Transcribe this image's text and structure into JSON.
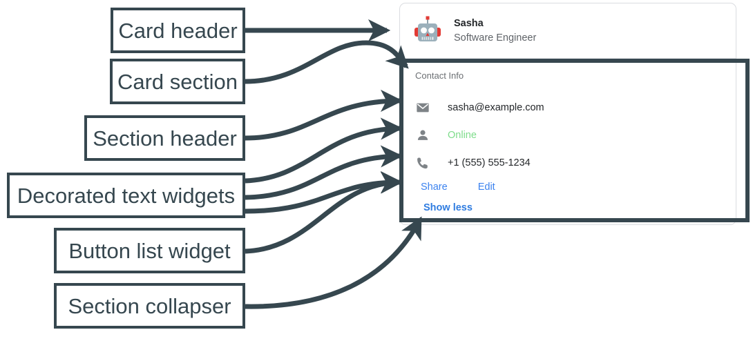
{
  "annotations": {
    "labels": [
      {
        "id": "card-header",
        "text": "Card header"
      },
      {
        "id": "card-section",
        "text": "Card section"
      },
      {
        "id": "section-header",
        "text": "Section header"
      },
      {
        "id": "decorated-text",
        "text": "Decorated text widgets"
      },
      {
        "id": "button-list",
        "text": "Button list widget"
      },
      {
        "id": "section-collapser",
        "text": "Section collapser"
      }
    ],
    "stroke_color": "#36474f"
  },
  "card": {
    "header": {
      "avatar_icon": "robot-avatar-icon",
      "title": "Sasha",
      "subtitle": "Software Engineer"
    },
    "section": {
      "header": "Contact Info",
      "rows": [
        {
          "icon": "email-icon",
          "text": "sasha@example.com",
          "state": "normal"
        },
        {
          "icon": "person-icon",
          "text": "Online",
          "state": "online"
        },
        {
          "icon": "phone-icon",
          "text": "+1 (555) 555-1234",
          "state": "normal"
        }
      ],
      "buttons": [
        {
          "label": "Share"
        },
        {
          "label": "Edit"
        }
      ],
      "collapser": {
        "label": "Show less"
      }
    }
  },
  "colors": {
    "annotation": "#36474f",
    "link": "#3b82ef",
    "collapser": "#2f7ce0",
    "online": "#7ddc8a",
    "muted": "#5f6368",
    "section_header": "#6b6f73",
    "card_border": "#dadce0"
  }
}
